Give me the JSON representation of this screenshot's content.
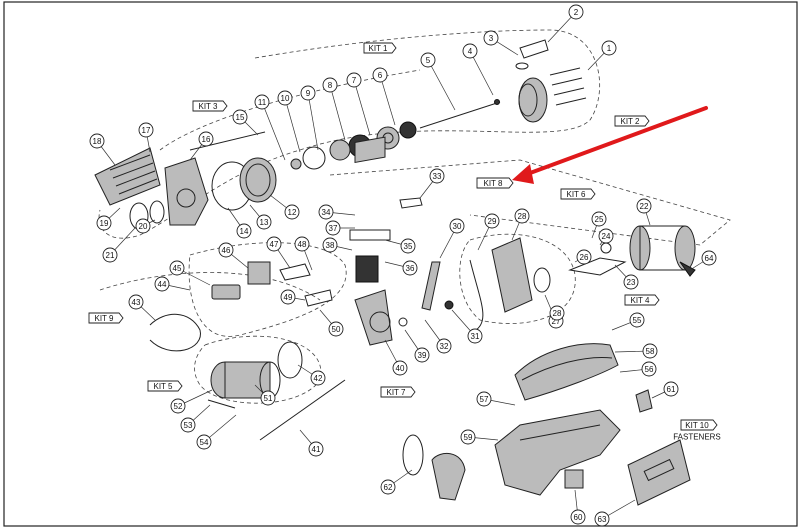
{
  "callouts": [
    "1",
    "2",
    "3",
    "4",
    "5",
    "6",
    "7",
    "8",
    "9",
    "10",
    "11",
    "12",
    "13",
    "14",
    "15",
    "16",
    "17",
    "18",
    "19",
    "20",
    "21",
    "22",
    "23",
    "24",
    "25",
    "26",
    "27",
    "28",
    "29",
    "30",
    "31",
    "32",
    "33",
    "34",
    "35",
    "36",
    "37",
    "38",
    "39",
    "40",
    "41",
    "42",
    "43",
    "44",
    "45",
    "46",
    "47",
    "48",
    "49",
    "50",
    "51",
    "52",
    "53",
    "54",
    "55",
    "56",
    "57",
    "58",
    "59",
    "60",
    "61",
    "62",
    "63",
    "64"
  ],
  "kits": {
    "kit1": "KIT 1",
    "kit2": "KIT 2",
    "kit3": "KIT 3",
    "kit4": "KIT 4",
    "kit5": "KIT 5",
    "kit6": "KIT 6",
    "kit7": "KIT 7",
    "kit8": "KIT 8",
    "kit9": "KIT 9",
    "kit10": "KIT 10",
    "fasteners": "FASTENERS"
  },
  "annotation": {
    "arrow_color": "#e0191b",
    "points_to": "KIT 8"
  }
}
